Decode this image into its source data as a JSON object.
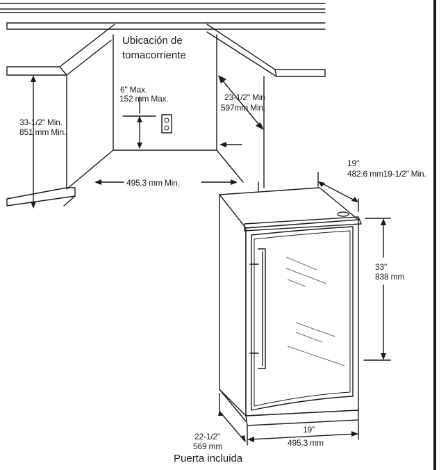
{
  "labels": {
    "outlet_location_line1": "Ubicación de",
    "outlet_location_line2": "tomacorriente",
    "outlet_max_in": "6\" Max.",
    "outlet_max_mm": "152 mm Max.",
    "depth_min_in": "23-1/2\" Min",
    "depth_min_mm": "597mm Min.",
    "height_min_in": "33-1/2\" Min.",
    "height_min_mm": "851 mm Min.",
    "width_min_mm": "495.3 mm Min.",
    "top_width_in": "19\"",
    "top_width_mm": "482.6 mm19-1/2\" Min.",
    "unit_height_in": "33\"",
    "unit_height_mm": "838 mm",
    "unit_depth_in": "22-1/2\"",
    "unit_depth_mm": "569 mm",
    "door_included": "Puerta incluida",
    "unit_width_in": "19\"",
    "unit_width_mm": "495.3 mm"
  }
}
